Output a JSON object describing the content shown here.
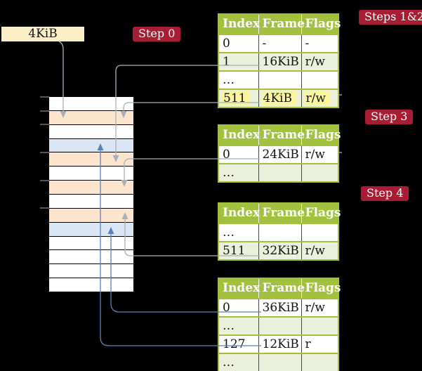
{
  "root_pointer": {
    "label": "4KiB"
  },
  "steps": {
    "step0": "Step 0",
    "steps12": "Steps 1&2",
    "step3": "Step 3",
    "step4": "Step 4"
  },
  "memory": {
    "rows": [
      "white",
      "peach",
      "white",
      "blue",
      "peach",
      "white",
      "peach",
      "white",
      "peach",
      "blue",
      "white",
      "white",
      "white",
      "white"
    ]
  },
  "tables": [
    {
      "name": "page-table-steps-1-2",
      "headers": [
        "Index",
        "Frame",
        "Flags"
      ],
      "rows": [
        {
          "cells": [
            "0",
            "-",
            "-"
          ],
          "shaded": false,
          "highlighted": false
        },
        {
          "cells": [
            "1",
            "16KiB",
            "r/w"
          ],
          "shaded": true,
          "highlighted": false
        },
        {
          "cells": [
            "…",
            "",
            ""
          ],
          "shaded": false,
          "highlighted": false
        },
        {
          "cells": [
            "511",
            "4KiB",
            "r/w"
          ],
          "shaded": true,
          "highlighted": true
        }
      ]
    },
    {
      "name": "page-table-step-3",
      "headers": [
        "Index",
        "Frame",
        "Flags"
      ],
      "rows": [
        {
          "cells": [
            "0",
            "24KiB",
            "r/w"
          ],
          "shaded": false,
          "highlighted": false
        },
        {
          "cells": [
            "…",
            "",
            ""
          ],
          "shaded": true,
          "highlighted": false
        }
      ]
    },
    {
      "name": "page-table-step-4",
      "headers": [
        "Index",
        "Frame",
        "Flags"
      ],
      "rows": [
        {
          "cells": [
            "…",
            "",
            ""
          ],
          "shaded": false,
          "highlighted": false
        },
        {
          "cells": [
            "511",
            "32KiB",
            "r/w"
          ],
          "shaded": true,
          "highlighted": false
        }
      ]
    },
    {
      "name": "page-table-final",
      "headers": [
        "Index",
        "Frame",
        "Flags"
      ],
      "rows": [
        {
          "cells": [
            "0",
            "36KiB",
            "r/w"
          ],
          "shaded": false,
          "highlighted": false
        },
        {
          "cells": [
            "…",
            "",
            ""
          ],
          "shaded": true,
          "highlighted": false
        },
        {
          "cells": [
            "127",
            "12KiB",
            "r"
          ],
          "shaded": false,
          "highlighted": false
        },
        {
          "cells": [
            "…",
            "",
            ""
          ],
          "shaded": true,
          "highlighted": false
        }
      ]
    }
  ],
  "arrows": [
    {
      "from": "root-pointer-4KiB",
      "to": "memory-frame-4KiB",
      "color": "gray"
    },
    {
      "from": "table-1-entry-1-16KiB",
      "to": "memory-frame-16KiB",
      "color": "gray"
    },
    {
      "from": "table-1-entry-511-4KiB",
      "to": "memory-frame-4KiB",
      "color": "gray"
    },
    {
      "from": "table-2-entry-0-24KiB",
      "to": "memory-frame-24KiB",
      "color": "gray"
    },
    {
      "from": "table-3-entry-511-32KiB",
      "to": "memory-frame-32KiB",
      "color": "gray"
    },
    {
      "from": "table-4-entry-0-36KiB",
      "to": "memory-frame-36KiB",
      "color": "blue"
    },
    {
      "from": "table-4-entry-127-12KiB",
      "to": "memory-frame-12KiB",
      "color": "blue"
    }
  ],
  "colors": {
    "background": "#000000",
    "table_header": "#A3C13F",
    "table_row_shaded": "#EBF0DB",
    "highlight": "#FAF49B",
    "step_label_bg": "#A81D33",
    "root_pointer_bg": "#FBEFC7",
    "frame_table": "#FCE4CD",
    "frame_data": "#DAE6F4",
    "arrow_gray": "#A9AFB6",
    "arrow_blue": "#5B82B8"
  }
}
